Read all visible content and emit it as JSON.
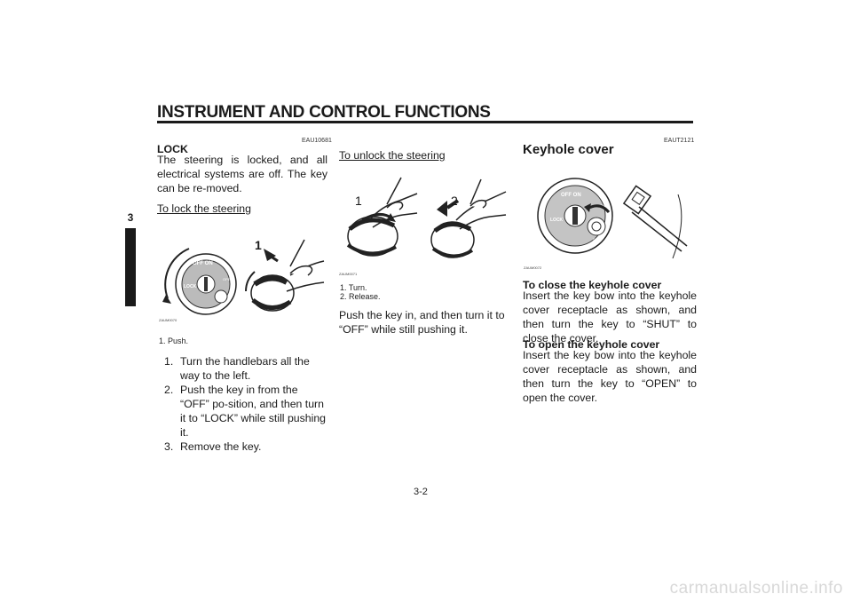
{
  "header": {
    "title": "INSTRUMENT AND CONTROL FUNCTIONS"
  },
  "chapter_tab": {
    "number": "3"
  },
  "col1": {
    "code": "EAU10681",
    "heading": "LOCK",
    "paragraph": "The steering is locked, and all electrical systems are off. The key can be re-moved.",
    "subheading": "To lock the steering",
    "figure": {
      "code": "ZAUM0070",
      "callout": "1",
      "caption": "1. Push."
    },
    "steps": [
      {
        "num": "1.",
        "text": "Turn the handlebars all the way to the left."
      },
      {
        "num": "2.",
        "text": "Push the key in from the “OFF” po-sition, and then turn it to “LOCK” while still pushing it."
      },
      {
        "num": "3.",
        "text": "Remove the key."
      }
    ]
  },
  "col2": {
    "subheading": "To unlock the steering",
    "figure": {
      "code": "ZAUM0071",
      "callouts": [
        "1",
        "2"
      ],
      "captions": [
        "1. Turn.",
        "2. Release."
      ]
    },
    "paragraph": "Push the key in, and then turn it to “OFF” while still pushing it."
  },
  "col3": {
    "code": "EAUT2121",
    "heading": "Keyhole cover",
    "figure": {
      "code": "ZAUM0072"
    },
    "close": {
      "title": "To close the keyhole cover",
      "text": "Insert the key bow into the keyhole cover receptacle as shown, and then turn the key to “SHUT” to close the cover."
    },
    "open": {
      "title": "To open the keyhole cover",
      "text": "Insert the key bow into the keyhole cover receptacle as shown, and then turn the key to “OPEN” to open the cover."
    }
  },
  "footer": {
    "page": "3-2"
  },
  "watermark": {
    "text": "carmanualsonline.info"
  }
}
